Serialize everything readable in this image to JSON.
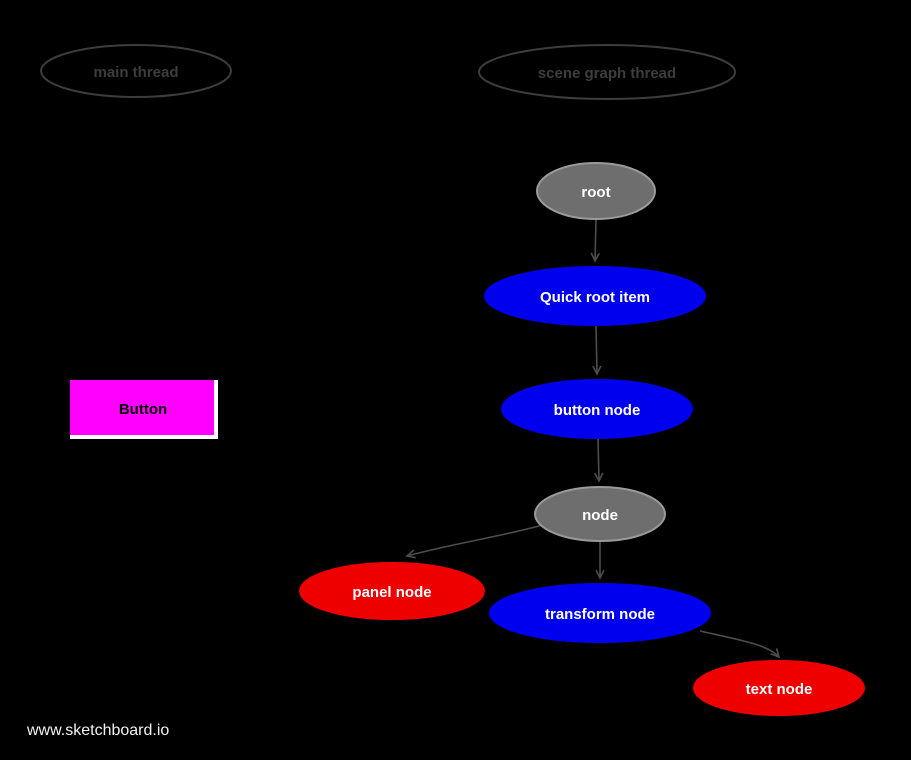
{
  "watermark": {
    "text": "www.sketchboard.io"
  },
  "lanes": {
    "main_thread": {
      "label": "main thread"
    },
    "scene_graph_thread": {
      "label": "scene graph thread"
    }
  },
  "button": {
    "label": "Button",
    "fill": "#ff00ff",
    "edge_color": "#ffffff",
    "text_color": "#000000"
  },
  "nodes": {
    "root": {
      "label": "root",
      "fill": "#6e6e6e",
      "stroke": "#9a9a9a"
    },
    "quick_root_item": {
      "label": "Quick root item",
      "fill": "#0000ee",
      "stroke": "#0000ee"
    },
    "button_node": {
      "label": "button node",
      "fill": "#0000ee",
      "stroke": "#0000ee"
    },
    "node": {
      "label": "node",
      "fill": "#6e6e6e",
      "stroke": "#9a9a9a"
    },
    "panel_node": {
      "label": "panel node",
      "fill": "#ee0000",
      "stroke": "#ee0000"
    },
    "transform_node": {
      "label": "transform node",
      "fill": "#0000ee",
      "stroke": "#0000ee"
    },
    "text_node": {
      "label": "text node",
      "fill": "#ee0000",
      "stroke": "#ee0000"
    }
  },
  "edges": [
    {
      "from": "root",
      "to": "quick_root_item"
    },
    {
      "from": "quick_root_item",
      "to": "button_node"
    },
    {
      "from": "button_node",
      "to": "node"
    },
    {
      "from": "node",
      "to": "panel_node"
    },
    {
      "from": "node",
      "to": "transform_node"
    },
    {
      "from": "transform_node",
      "to": "text_node"
    }
  ],
  "colors": {
    "background": "#000000",
    "arrow": "#4d4d4d",
    "lane_outline": "#3d3d3d",
    "lane_text": "#3d3d3d",
    "node_text": "#ffffff",
    "watermark_text": "#f2f2f2"
  }
}
